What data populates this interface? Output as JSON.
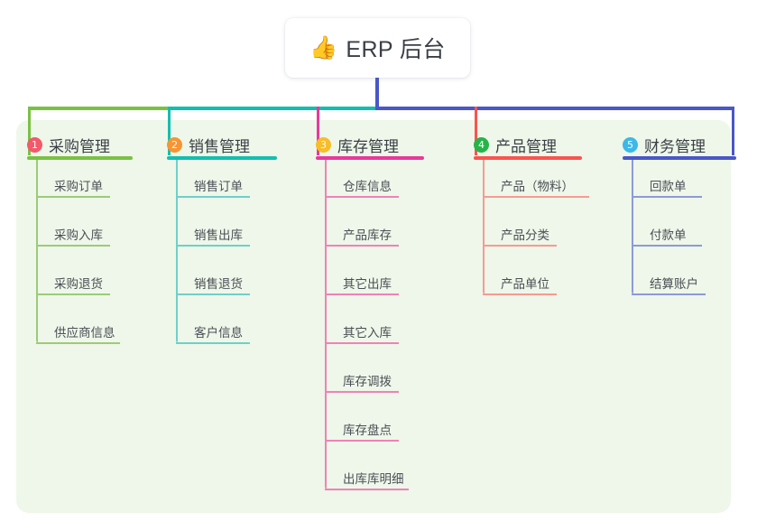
{
  "root": {
    "icon": "thumbs-up-emoji",
    "emoji": "👍",
    "title": "ERP 后台"
  },
  "colors": {
    "panel_bg": "#eef7e9",
    "page_bg": "#ffffff",
    "root_stem": "#4a57c8",
    "col1": "#7ac143",
    "col2": "#12bfae",
    "col3": "#e8399b",
    "col4": "#f9544f",
    "col5": "#4a57c8",
    "badge1": "#f2596b",
    "badge2": "#f79433",
    "badge3": "#f7bd2a",
    "badge4": "#27b34a",
    "badge5": "#3db8e8",
    "rule1": "#7ac143",
    "rule2": "#12bfae",
    "rule3": "#e8399b",
    "rule4": "#f9544f",
    "rule5": "#4a57c8",
    "leaf1": "#9ccb7a",
    "leaf2": "#6fd0c8",
    "leaf3": "#ef82b8",
    "leaf4": "#f79a93",
    "leaf5": "#8d9ad8",
    "text": "#3a3f46",
    "leaf_text": "#4a4f56"
  },
  "columns": [
    {
      "index": "1",
      "title": "采购管理",
      "badge_color": "#f2596b",
      "rule_color": "#7ac143",
      "leaf_color": "#9ccb7a",
      "items": [
        {
          "label": "采购订单"
        },
        {
          "label": "采购入库"
        },
        {
          "label": "采购退货"
        },
        {
          "label": "供应商信息"
        }
      ]
    },
    {
      "index": "2",
      "title": "销售管理",
      "badge_color": "#f79433",
      "rule_color": "#12bfae",
      "leaf_color": "#6fd0c8",
      "items": [
        {
          "label": "销售订单"
        },
        {
          "label": "销售出库"
        },
        {
          "label": "销售退货"
        },
        {
          "label": "客户信息"
        }
      ]
    },
    {
      "index": "3",
      "title": "库存管理",
      "badge_color": "#f7bd2a",
      "rule_color": "#e8399b",
      "leaf_color": "#ef82b8",
      "items": [
        {
          "label": "仓库信息"
        },
        {
          "label": "产品库存"
        },
        {
          "label": "其它出库"
        },
        {
          "label": "其它入库"
        },
        {
          "label": "库存调拨"
        },
        {
          "label": "库存盘点"
        },
        {
          "label": "出库库明细"
        }
      ]
    },
    {
      "index": "4",
      "title": "产品管理",
      "badge_color": "#27b34a",
      "rule_color": "#f9544f",
      "leaf_color": "#f79a93",
      "items": [
        {
          "label": "产品（物料）"
        },
        {
          "label": "产品分类"
        },
        {
          "label": "产品单位"
        }
      ]
    },
    {
      "index": "5",
      "title": "财务管理",
      "badge_color": "#3db8e8",
      "rule_color": "#4a57c8",
      "leaf_color": "#8d9ad8",
      "items": [
        {
          "label": "回款单"
        },
        {
          "label": "付款单"
        },
        {
          "label": "结算账户"
        }
      ]
    }
  ]
}
